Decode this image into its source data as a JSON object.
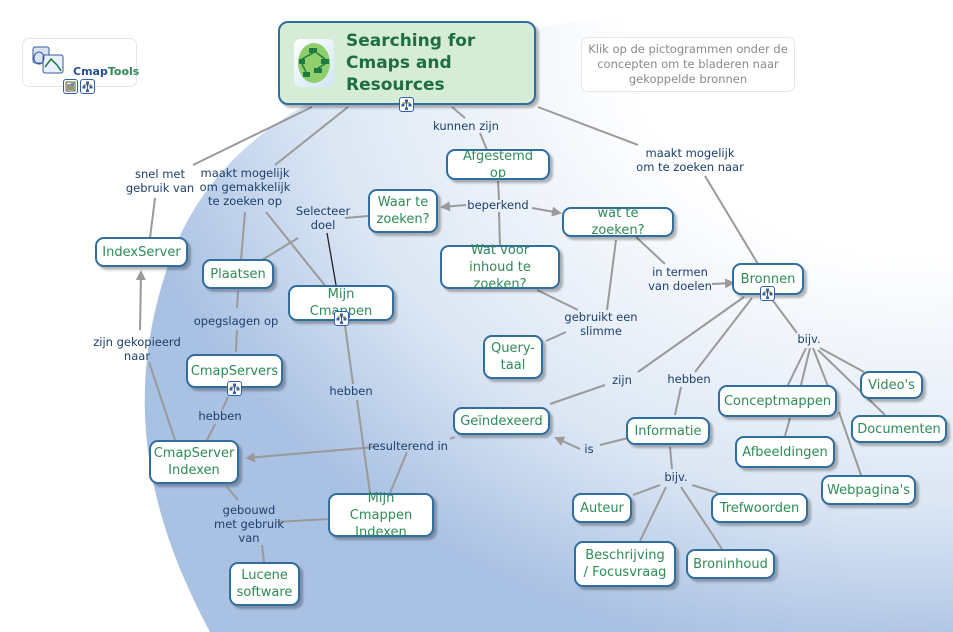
{
  "logo": {
    "text_part1": "Cmap",
    "text_part2": "Tools",
    "icons": [
      "document-icon",
      "cmap-icon"
    ]
  },
  "note": "Klik op de pictogrammen onder de concepten om te bladeren naar gekoppelde bronnen",
  "colors": {
    "node_border": "#2f6e9e",
    "node_text": "#2e8b57",
    "root_fill": "#d6ecd6",
    "link_text": "#1c3f6b",
    "edge": "#9a9a9a",
    "background_arc": "#b8cde9"
  },
  "root": {
    "label": "Searching for Cmaps and Resources"
  },
  "concepts": {
    "indexserver": "IndexServer",
    "plaatsen": "Plaatsen",
    "mijncmappen": "Mijn Cmappen",
    "waar": "Waar te zoeken?",
    "afgestemd": "Afgestemd op",
    "wat": "wat te zoeken?",
    "watvoor": "Wat voor inhoud te zoeken?",
    "bronnen": "Bronnen",
    "query": "Query-taal",
    "cmapservers": "CmapServers",
    "geindexeerd": "Geïndexeerd",
    "informatie": "Informatie",
    "conceptmappen": "Conceptmappen",
    "videos": "Video's",
    "documenten": "Documenten",
    "afbeeldingen": "Afbeeldingen",
    "webpaginas": "Webpagina's",
    "cmapserverindexen": "CmapServer Indexen",
    "mijncmappenindexen": "Mijn Cmappen Indexen",
    "lucene": "Lucene software",
    "auteur": "Auteur",
    "trefwoorden": "Trefwoorden",
    "beschrijving": "Beschrijving / Focusvraag",
    "broninhoud": "Broninhoud"
  },
  "links": {
    "snel": "snel met\ngebruik van",
    "maakt1": "maakt mogelijk\nom gemakkelijk\nte zoeken op",
    "kunnen": "kunnen zijn",
    "maakt2": "maakt mogelijk\nom te zoeken naar",
    "selecteer": "Selecteer\ndoel",
    "beperkend": "beperkend",
    "intermen": "in termen\nvan doelen",
    "gebruikt": "gebruikt een\nslimme",
    "opgeslagen": "opegslagen op",
    "gekopieerd": "zijn gekopieerd\nnaar",
    "hebben1": "hebben",
    "hebben2": "hebben",
    "hebben3": "hebben",
    "zijn": "zijn",
    "is": "is",
    "bijv1": "bijv.",
    "bijv2": "bijv.",
    "resulterend": "resulterend in",
    "gebouwd": "gebouwd\nmet gebruik\nvan"
  }
}
